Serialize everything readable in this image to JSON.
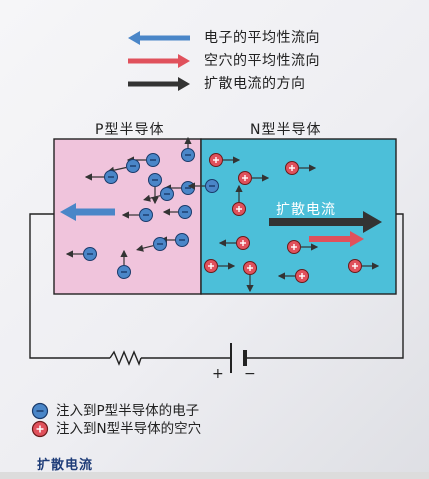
{
  "legend": {
    "items": [
      {
        "label": "电子的平均性流向",
        "color": "#4a86c8"
      },
      {
        "label": "空穴的平均性流向",
        "color": "#e0515c"
      },
      {
        "label": "扩散电流的方向",
        "color": "#333333"
      }
    ]
  },
  "regions": {
    "p_label": "P型半导体",
    "n_label": "N型半导体",
    "p_color": "#f0c4dc",
    "n_color": "#4cbfd9"
  },
  "current_label": "扩散电流",
  "battery": {
    "plus": "+",
    "minus": "−"
  },
  "key": {
    "electron": {
      "symbol": "−",
      "text": "注入到P型半导体的电子"
    },
    "hole": {
      "symbol": "+",
      "text": "注入到N型半导体的空穴"
    }
  },
  "caption": "扩散电流"
}
